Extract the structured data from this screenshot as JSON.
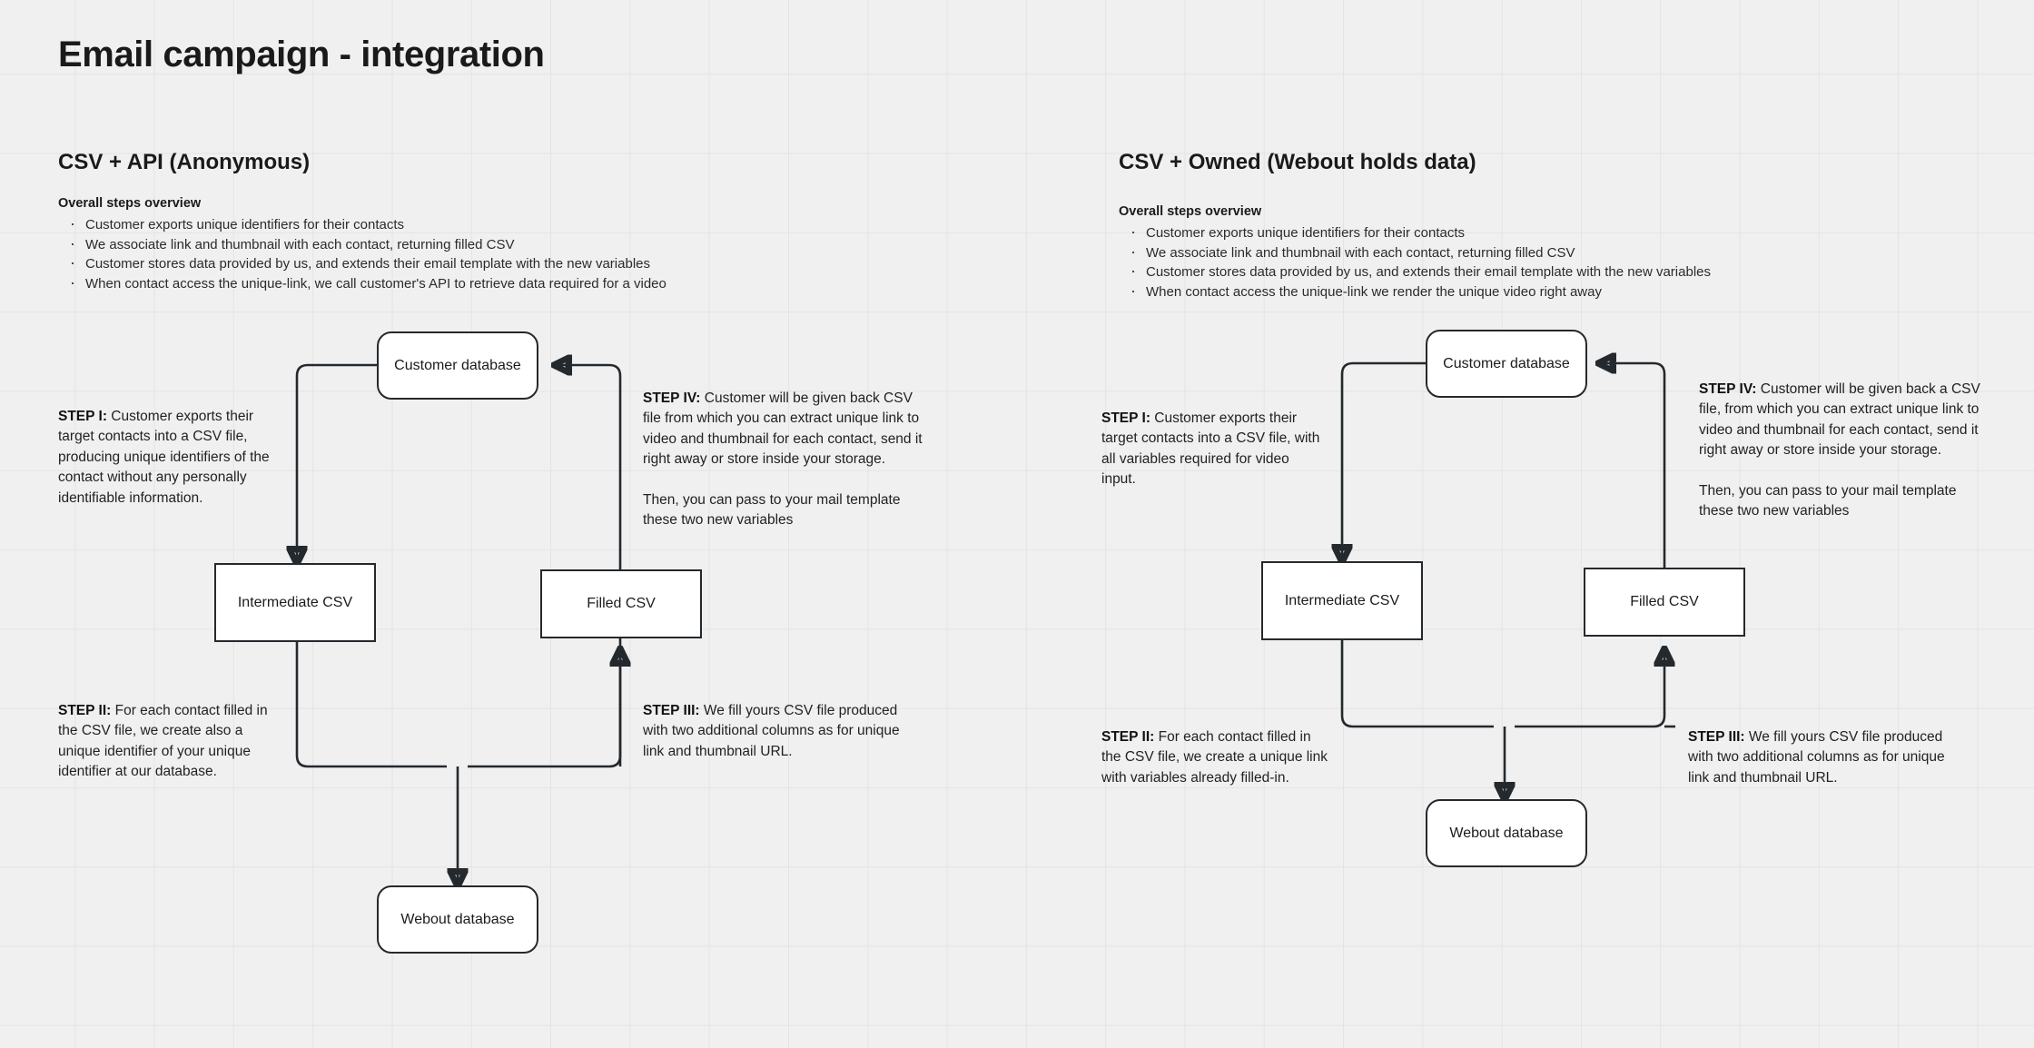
{
  "page": {
    "title": "Email campaign - integration",
    "background_color": "#f0f0f0",
    "grid_color": "#e4e4e4",
    "node_border_color": "#24292e",
    "node_fill_color": "#ffffff"
  },
  "columns": [
    {
      "id": "csv-api-anonymous",
      "title": "CSV + API (Anonymous)",
      "overview_title": "Overall steps overview",
      "overview_items": [
        "Customer exports unique identifiers for their contacts",
        "We associate link and thumbnail with each contact, returning filled CSV",
        "Customer stores data provided by us, and extends their email template with the new variables",
        "When contact access the unique-link, we call customer's API to retrieve data required for a video"
      ],
      "nodes": [
        {
          "id": "customer-database",
          "label": "Customer database",
          "shape": "rounded"
        },
        {
          "id": "intermediate-csv",
          "label": "Intermediate CSV",
          "shape": "sharp"
        },
        {
          "id": "filled-csv",
          "label": "Filled CSV",
          "shape": "sharp"
        },
        {
          "id": "webout-database",
          "label": "Webout database",
          "shape": "rounded"
        }
      ],
      "notes": [
        {
          "id": "step-1",
          "step": "STEP I:",
          "text": " Customer exports their target contacts into a CSV file, producing unique identifiers of the contact without any personally identifiable information.",
          "extra": ""
        },
        {
          "id": "step-4",
          "step": "STEP IV:",
          "text": " Customer will be given back CSV file from which you can extract unique link to video and thumbnail for each contact, send it right away or store inside your storage.",
          "extra": "Then, you can pass to your mail template these two new variables"
        },
        {
          "id": "step-2",
          "step": "STEP II:",
          "text": " For each contact filled in the CSV file, we create also a unique identifier of your unique identifier at our database.",
          "extra": ""
        },
        {
          "id": "step-3",
          "step": "STEP III:",
          "text": " We fill yours CSV file produced with two additional columns as for unique link and thumbnail URL.",
          "extra": ""
        }
      ]
    },
    {
      "id": "csv-owned-webout",
      "title": "CSV + Owned (Webout holds data)",
      "overview_title": "Overall steps overview",
      "overview_items": [
        "Customer exports unique identifiers for their contacts",
        "We associate link and thumbnail with each contact, returning filled CSV",
        "Customer stores data provided by us, and extends their email template with the new variables",
        "When contact access the unique-link we render the unique video right away"
      ],
      "nodes": [
        {
          "id": "customer-database",
          "label": "Customer database",
          "shape": "rounded"
        },
        {
          "id": "intermediate-csv",
          "label": "Intermediate CSV",
          "shape": "sharp"
        },
        {
          "id": "filled-csv",
          "label": "Filled CSV",
          "shape": "sharp"
        },
        {
          "id": "webout-database",
          "label": "Webout database",
          "shape": "rounded"
        }
      ],
      "notes": [
        {
          "id": "step-1",
          "step": "STEP I:",
          "text": " Customer exports their target contacts into a CSV file, with all variables required for video input.",
          "extra": ""
        },
        {
          "id": "step-4",
          "step": "STEP IV:",
          "text": " Customer will be given back a CSV file, from which you can extract unique link to video and thumbnail for each contact, send it right away or store inside your storage.",
          "extra": "Then, you can pass to your mail template these two new variables"
        },
        {
          "id": "step-2",
          "step": "STEP II:",
          "text": " For each contact filled in the CSV file, we create a unique link with variables already filled-in.",
          "extra": ""
        },
        {
          "id": "step-3",
          "step": "STEP III:",
          "text": " We fill yours CSV file produced with two additional columns as for unique link and thumbnail URL.",
          "extra": ""
        }
      ]
    }
  ]
}
